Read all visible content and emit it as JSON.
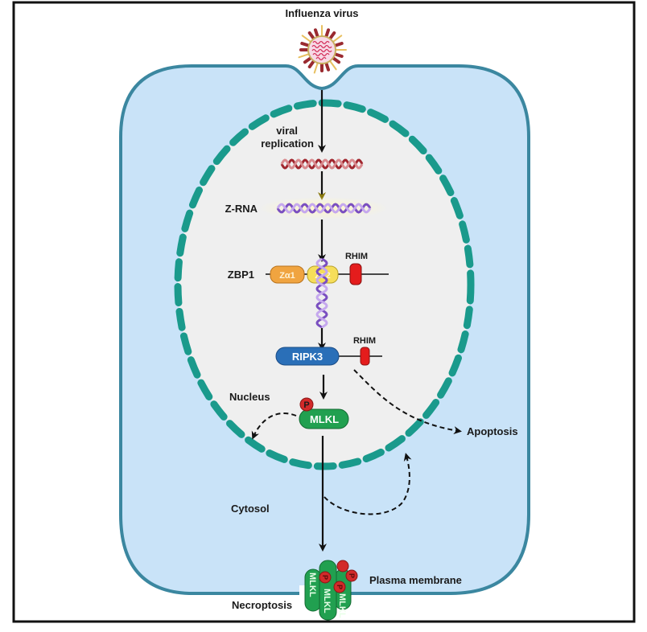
{
  "figure": {
    "title": "Influenza virus",
    "compartments": {
      "nucleus": "Nucleus",
      "cytosol": "Cytosol",
      "plasma_membrane": "Plasma membrane"
    },
    "steps": {
      "viral_replication_line1": "viral",
      "viral_replication_line2": "replication",
      "z_rna": "Z-RNA",
      "zbp1": "ZBP1",
      "zbp1_domain1": "Zα1",
      "zbp1_domain2": "Zα2",
      "zbp1_rhim": "RHIM",
      "ripk3": "RIPK3",
      "ripk3_rhim": "RHIM",
      "mlkl": "MLKL",
      "phospho": "P"
    },
    "outcomes": {
      "apoptosis": "Apoptosis",
      "necroptosis": "Necroptosis"
    },
    "oligomer": {
      "labels": [
        "MLKL",
        "MLKL",
        "MLKL"
      ],
      "phospho": [
        "P",
        "P",
        "P"
      ]
    },
    "colors": {
      "cell_fill": "#c9e3f8",
      "cell_membrane": "#3b87a0",
      "nucleus_fill": "#efefef",
      "nuclear_envelope": "#1a9a8c",
      "ripk3": "#2a6fb8",
      "mlkl": "#21a050",
      "phospho": "#d22a2a",
      "rhim": "#e41c1c",
      "za1": "#f0a440",
      "za2": "#f6de5a",
      "viral_rna": "#a0262e",
      "z_rna": "#7a4fc0",
      "frame": "#111111"
    }
  }
}
